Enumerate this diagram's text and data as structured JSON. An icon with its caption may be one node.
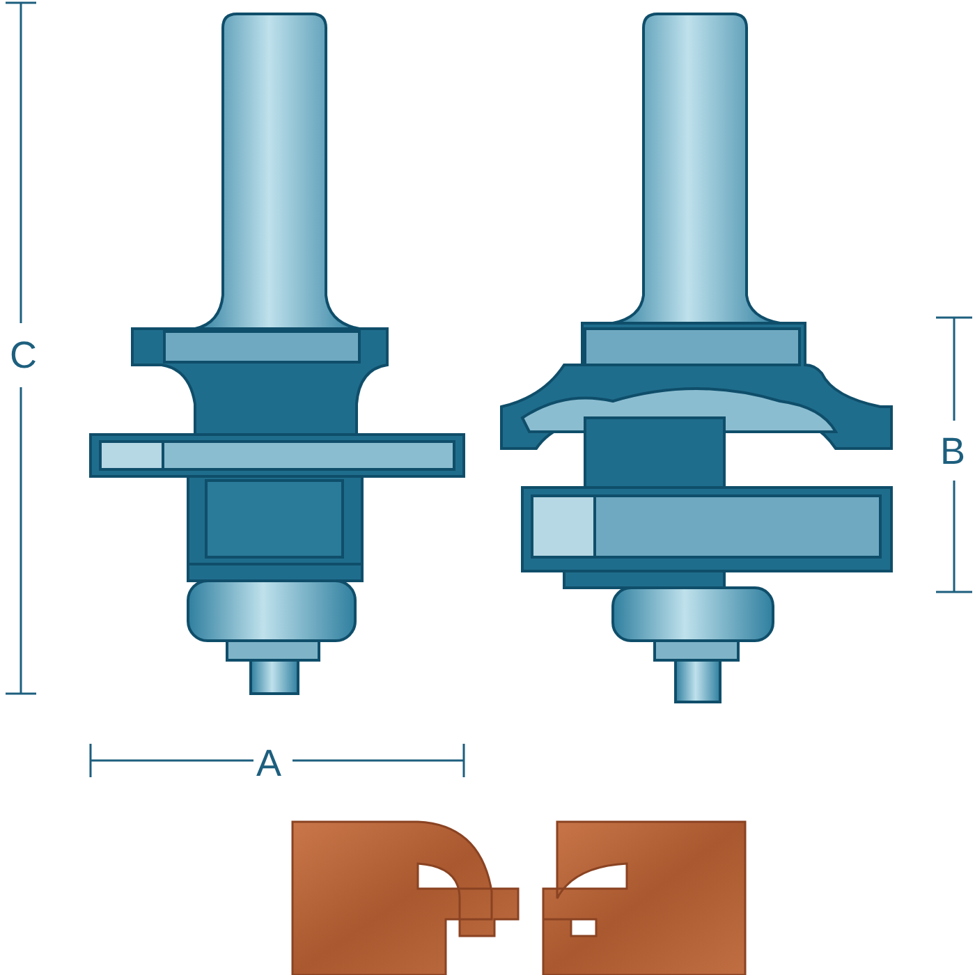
{
  "diagram": {
    "labels": [
      "C",
      "B",
      "A"
    ]
  }
}
